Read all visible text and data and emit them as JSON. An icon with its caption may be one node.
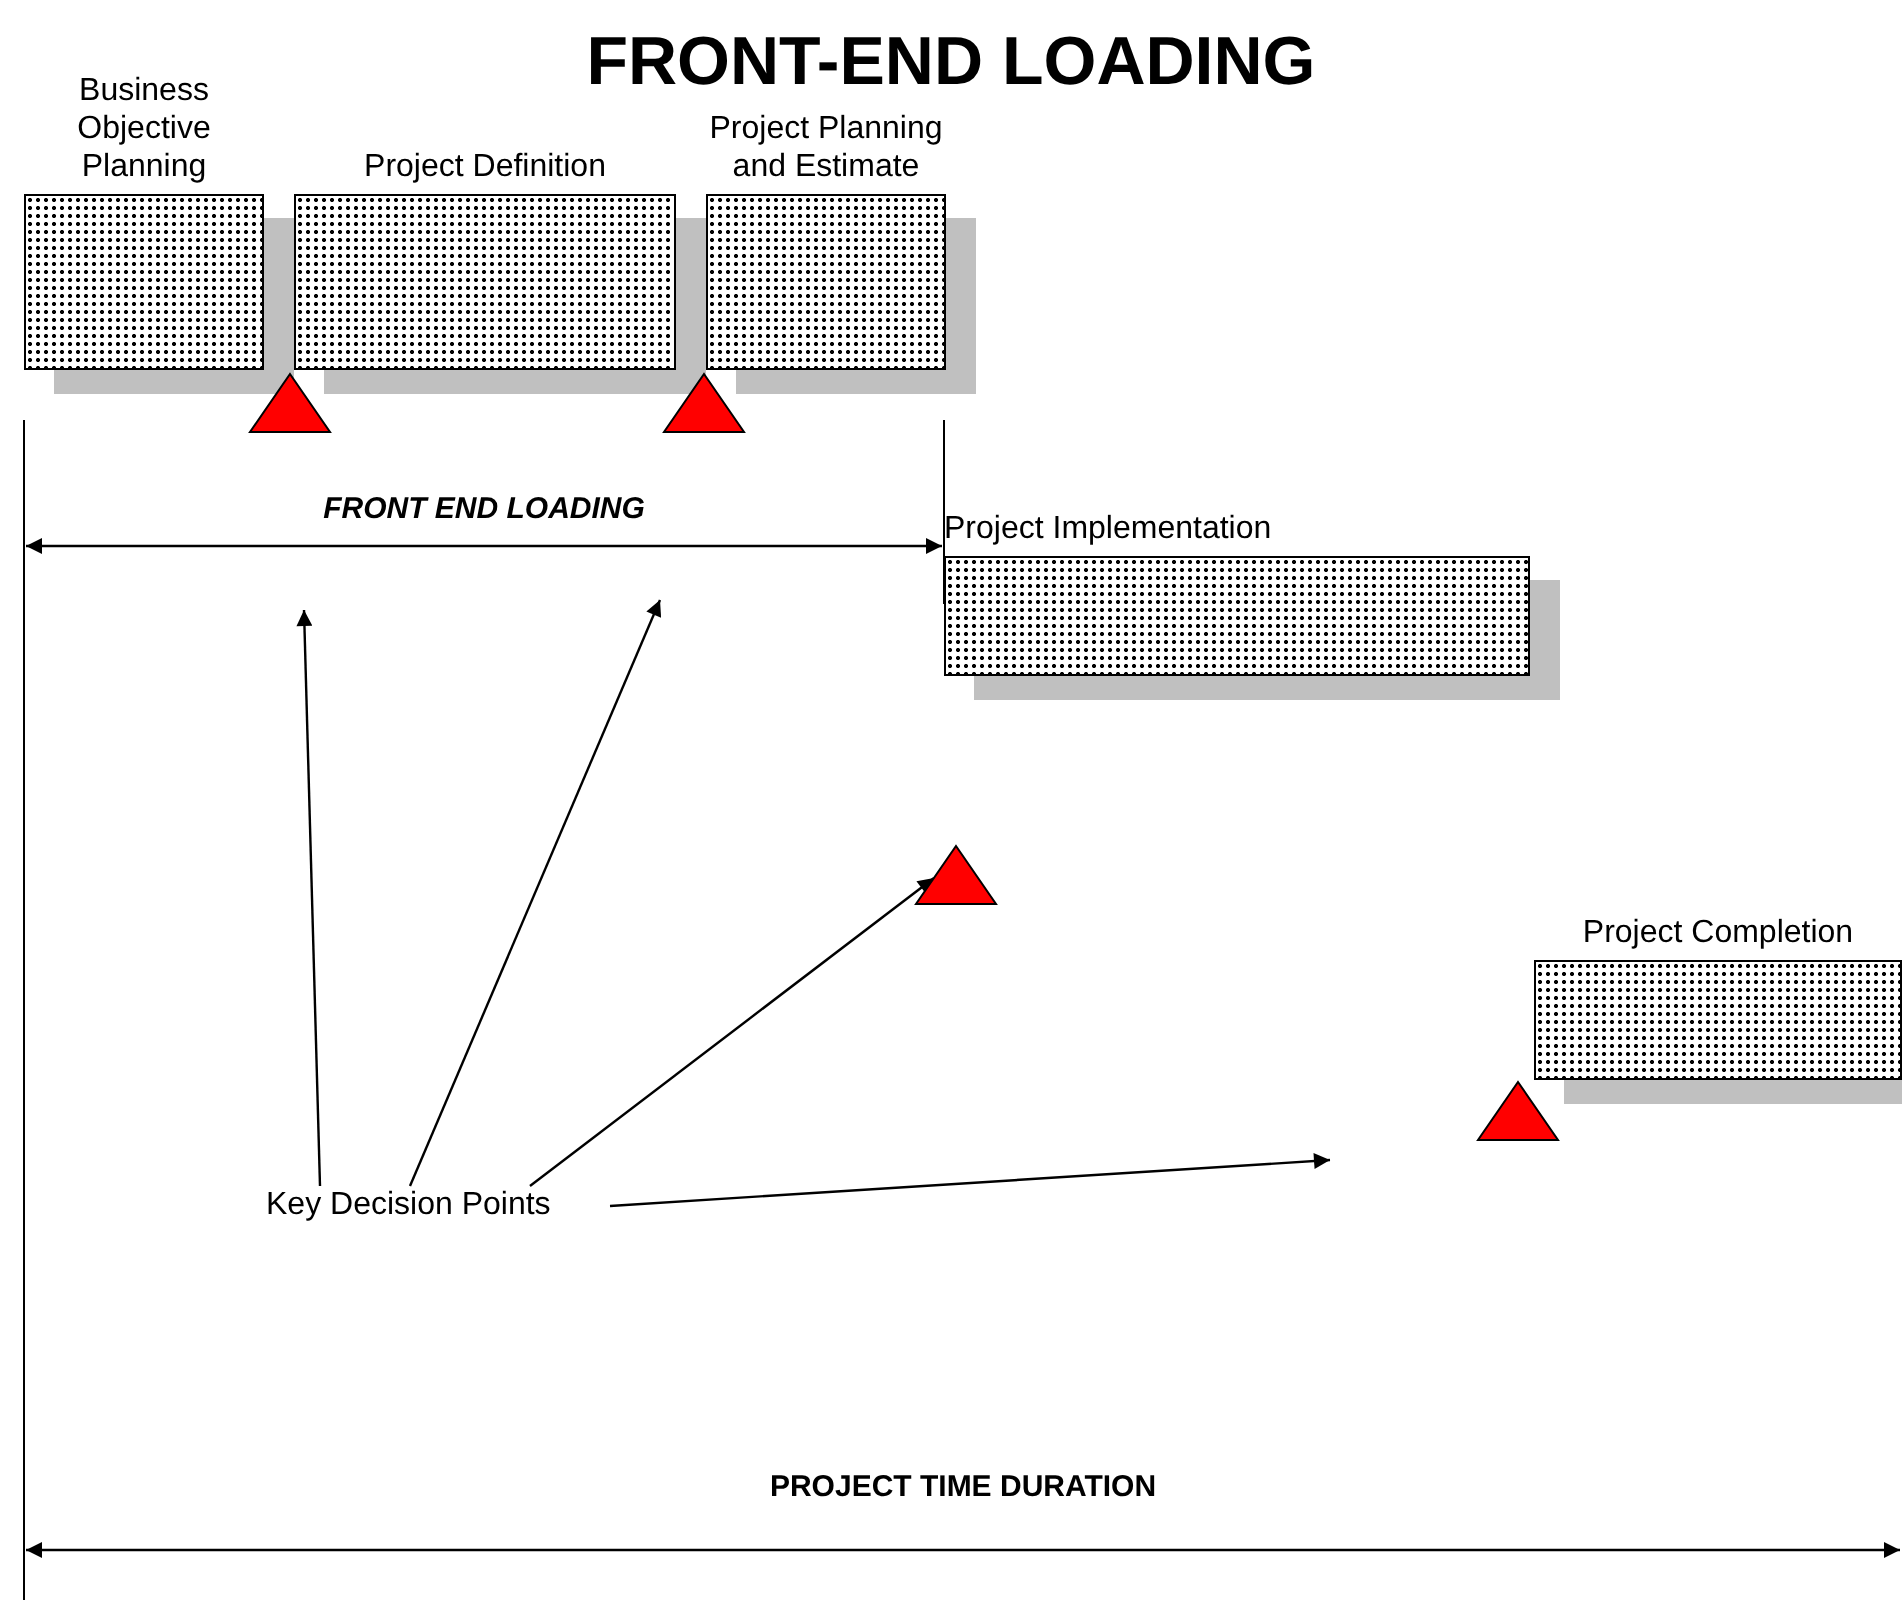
{
  "diagram": {
    "title": "FRONT-END LOADING",
    "nodes": [
      {
        "text": [
          "Business Objective Planning"
        ]
      },
      {
        "text": [
          "Project Definition"
        ]
      },
      {
        "text": [
          "Project Planning and Estimate"
        ]
      },
      {
        "text": [
          "Project Implementation"
        ]
      },
      {
        "text": [
          "Project Completion"
        ]
      },
      {
        "text": [],
        "shape": "triangle"
      },
      {
        "text": [],
        "shape": "triangle"
      },
      {
        "text": [],
        "shape": "triangle"
      },
      {
        "text": [],
        "shape": "triangle"
      },
      {
        "text": [
          "Key Decision Points"
        ]
      }
    ],
    "edges": [
      {
        "from": 9,
        "to": null,
        "arrow": "to"
      },
      {
        "from": 9,
        "to": null,
        "arrow": "to"
      },
      {
        "from": 9,
        "to": 7,
        "arrow": "to"
      },
      {
        "from": 9,
        "to": null,
        "arrow": "to"
      }
    ],
    "labels": [
      "FRONT END LOADING",
      "PROJECT TIME DURATION"
    ]
  }
}
